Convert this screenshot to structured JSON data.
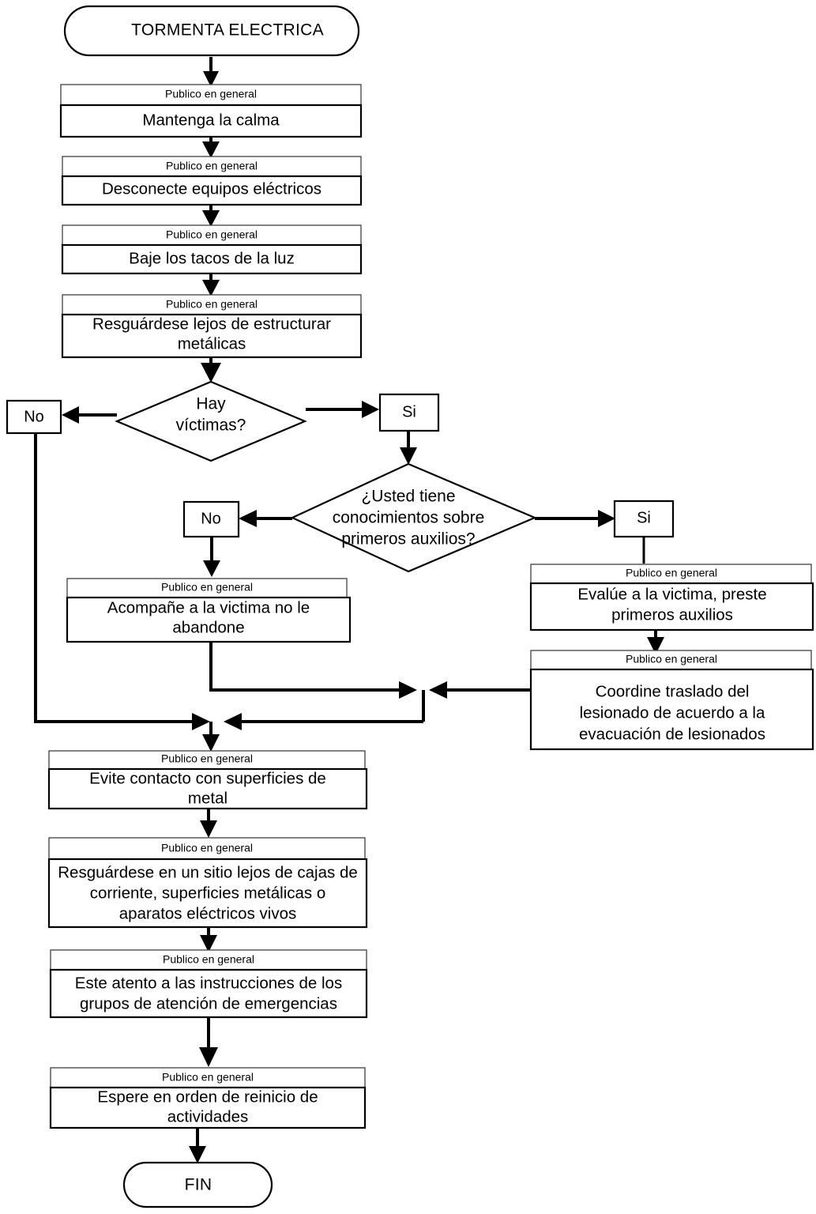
{
  "diagram": {
    "title": "TORMENTA ELECTRICA",
    "lane_label": "Publico en general",
    "end_label": "FIN",
    "colors": {
      "stroke": "#000000",
      "fill": "#ffffff",
      "lane_stroke": "#3f3f3f"
    },
    "nodes": {
      "start": {
        "type": "terminal",
        "label": "TORMENTA ELECTRICA"
      },
      "step1": {
        "type": "process",
        "lane": "Publico en general",
        "lines": [
          "Mantenga la calma"
        ]
      },
      "step2": {
        "type": "process",
        "lane": "Publico en general",
        "lines": [
          "Desconecte equipos eléctricos"
        ]
      },
      "step3": {
        "type": "process",
        "lane": "Publico en general",
        "lines": [
          "Baje los tacos de la luz"
        ]
      },
      "step4": {
        "type": "process",
        "lane": "Publico en general",
        "lines": [
          "Resguárdese lejos de estructurar",
          "metálicas"
        ]
      },
      "decision1": {
        "type": "decision",
        "lines": [
          "Hay",
          "víctimas?"
        ]
      },
      "d1_no": {
        "type": "branch",
        "label": "No"
      },
      "d1_si": {
        "type": "branch",
        "label": "Si"
      },
      "decision2": {
        "type": "decision",
        "lines": [
          "¿Usted tiene",
          "conocimientos sobre",
          "primeros auxilios?"
        ]
      },
      "d2_no": {
        "type": "branch",
        "label": "No"
      },
      "d2_si": {
        "type": "branch",
        "label": "Si"
      },
      "step_no": {
        "type": "process",
        "lane": "Publico en general",
        "lines": [
          "Acompañe a la victima no le",
          "abandone"
        ]
      },
      "step_si1": {
        "type": "process",
        "lane": "Publico en general",
        "lines": [
          "Evalúe a la victima, preste",
          "primeros auxilios"
        ]
      },
      "step_si2": {
        "type": "process",
        "lane": "Publico en general",
        "lines": [
          "Coordine traslado del",
          "lesionado de acuerdo a la",
          "evacuación de lesionados"
        ]
      },
      "step5": {
        "type": "process",
        "lane": "Publico en general",
        "lines": [
          "Evite contacto con superficies de",
          "metal"
        ]
      },
      "step6": {
        "type": "process",
        "lane": "Publico en general",
        "lines": [
          "Resguárdese en un sitio lejos de cajas de",
          "corriente, superficies metálicas o",
          "aparatos eléctricos vivos"
        ]
      },
      "step7": {
        "type": "process",
        "lane": "Publico en general",
        "lines": [
          "Este atento a las instrucciones de los",
          "grupos de atención de emergencias"
        ]
      },
      "step8": {
        "type": "process",
        "lane": "Publico en general",
        "lines": [
          "Espere en orden de reinicio de",
          "actividades"
        ]
      },
      "end": {
        "type": "terminal",
        "label": "FIN"
      }
    }
  }
}
